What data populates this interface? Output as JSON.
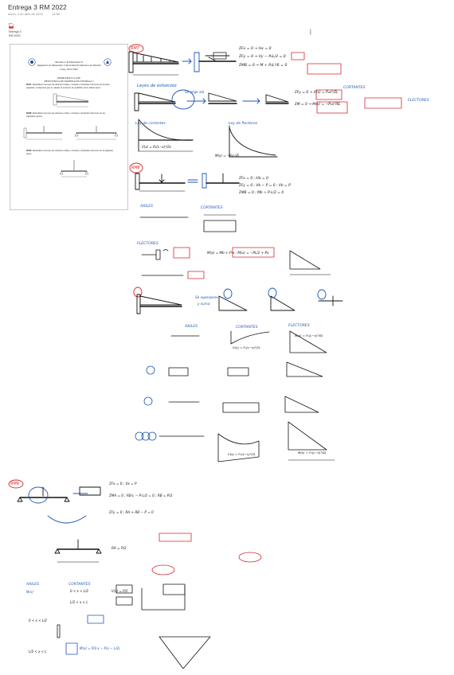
{
  "page": {
    "title": "Entrega 3 RM 2022",
    "date": "lunes, 4 de abril de 2022",
    "time": "14:56"
  },
  "attachment": {
    "icon": "pdf-file-icon",
    "name_line1": "Entrega 3",
    "name_line2": "RM 2022"
  },
  "document": {
    "header": [
      "Mecánica de Materiales II",
      "Ingeniería de Materiales. Universidad Politécnica de Madrid",
      "Curso 2021/2022"
    ],
    "subtitle": [
      "PROBLEMAS CLASE",
      "RESISTENCIA DE MATERIALES ENTREGA 3"
    ],
    "questions": [
      {
        "id": "RM7.",
        "text": "Determinar las leyes de esfuerzos axiles, cortantes y momentos flectores de la pieza siguiente. Comprobar que se cumple la ecuación de equilibrio entre ambas leyes."
      },
      {
        "id": "RM8.",
        "text": "Determinar las leyes de esfuerzos axiles, cortantes y momentos flectores de las siguientes piezas."
      },
      {
        "id": "RM9.",
        "text": "Determinar las leyes de esfuerzos axiles, cortantes y momentos flectores de la siguiente pieza."
      }
    ]
  },
  "notes": {
    "rm7_tag": "RM7",
    "rm8_tag": "RM8",
    "rm9_tag": "RM9",
    "ley_esfuerzos": "Leyes de esfuerzos",
    "se_elige_ala": "Se elige ala",
    "cortantes": "CORTANTES",
    "flectores": "FLECTORES",
    "axiles": "AXILES",
    "ley_cortantes": "Ley de cortantes",
    "ley_flectores": "Ley de flectores",
    "se_superpone": "Se superpone",
    "y_suma": "y suma",
    "axiles_n": "N(x)",
    "e1": "ΣFx = 0 → Hx = 0",
    "e2": "ΣFy = 0 → Vy − P₀L/2 = 0",
    "e3": "ΣMB = 0 → M + P₀L²/6 = 0",
    "e4": "ΣFy = 0 → V(x) = P₀x²/2L",
    "e5": "ΣM = 0 → M(x) = −P₀x³/6L",
    "e6": "ΣFx = 0 ; Hb = 0",
    "e7": "ΣFy = 0 ; Vb − P = 0 ; Vb = P",
    "e8": "ΣMB = 0 ; Mb + P·L/2 = 0",
    "e9": "M(x) = Mb + P·x ; M(x) = −PL/2 + Px",
    "e10": "ΣFx = 0 ; Vx = P",
    "e11": "ΣMA = 0 ; RB·L − P·L/2 = 0 ; RB = P/2",
    "e12": "ΣFy = 0 ; RA + RB − P = 0",
    "e13": "RA = P/2",
    "v1": "V(x) = P₀(L−x)²/2L",
    "v2": "M(x) = P₀(L−x)³/6L",
    "v3": "M(x) = −P₀L²/6",
    "v4": "V(x) = P/2",
    "v5": "M(x) = P/2·x − P(x − L/2)",
    "v6": "0 < x < L/2",
    "v7": "L/2 < x < L"
  }
}
